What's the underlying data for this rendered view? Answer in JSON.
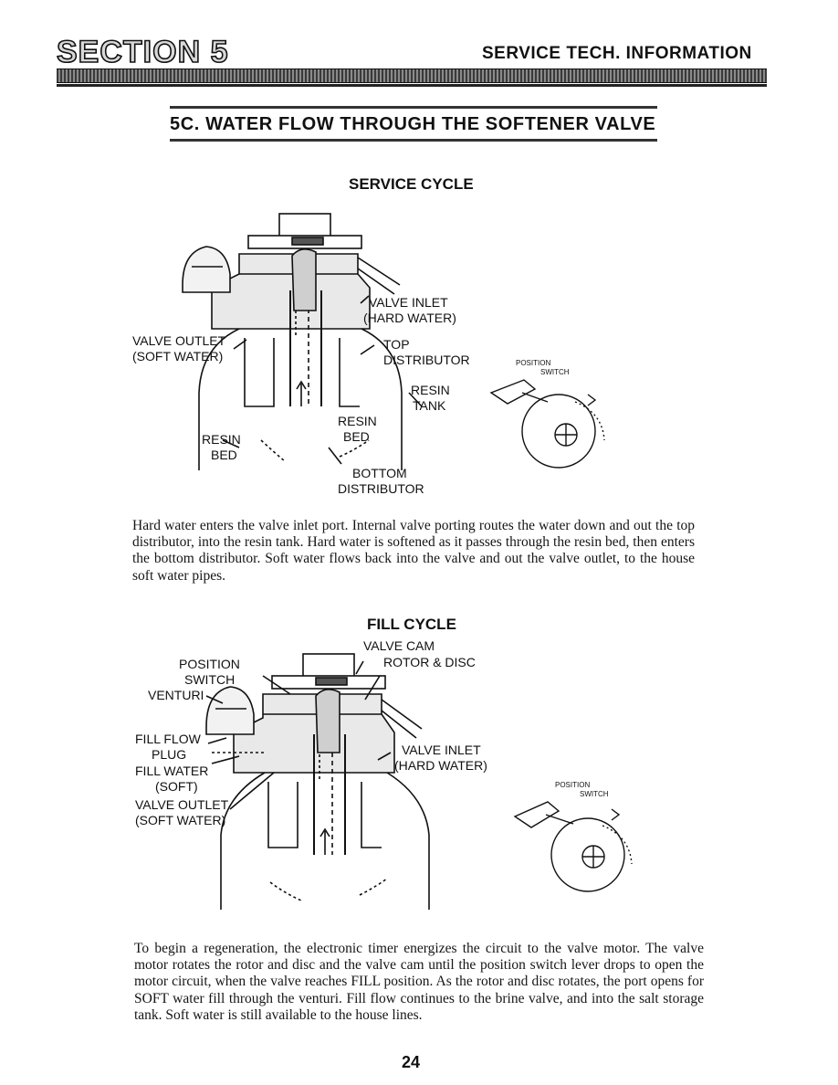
{
  "header": {
    "section_title": "SECTION 5",
    "section_subtitle": "SERVICE TECH. INFORMATION"
  },
  "subheading": "5C. WATER FLOW THROUGH THE SOFTENER VALVE",
  "service_cycle": {
    "title": "SERVICE CYCLE",
    "labels": {
      "valve_inlet": "VALVE INLET",
      "hard_water": "(HARD WATER)",
      "valve_outlet": "VALVE OUTLET",
      "soft_water": "(SOFT WATER)",
      "top": "TOP",
      "distributor": "DISTRIBUTOR",
      "resin_tank_1": "RESIN",
      "resin_tank_2": "TANK",
      "resin_bed_1": "RESIN",
      "resin_bed_2": "BED",
      "resin_bed_right_1": "RESIN",
      "resin_bed_right_2": "BED",
      "bottom": "BOTTOM",
      "bottom_distributor": "DISTRIBUTOR",
      "position": "POSITION",
      "switch": "SWITCH"
    },
    "description": "Hard water enters the valve inlet port. Internal valve porting routes the water down and out the top distributor, into the resin tank. Hard water is softened as it passes through the resin bed, then enters the bottom distributor. Soft water flows back into the valve and out the valve outlet, to the house soft water pipes."
  },
  "fill_cycle": {
    "title": "FILL CYCLE",
    "labels": {
      "valve_cam": "VALVE CAM",
      "rotor_disc": "ROTOR & DISC",
      "position": "POSITION",
      "switch": "SWITCH",
      "venturi": "VENTURI",
      "fill_flow": "FILL FLOW",
      "plug": "PLUG",
      "fill_water": "FILL WATER",
      "soft": "(SOFT)",
      "valve_outlet": "VALVE OUTLET",
      "soft_water": "(SOFT WATER)",
      "valve_inlet": "VALVE INLET",
      "hard_water": "(HARD WATER)",
      "position_small": "POSITION",
      "switch_small": "SWITCH"
    },
    "description": "To begin a regeneration, the electronic timer energizes the circuit to the valve motor. The valve motor rotates the rotor and disc and the valve cam until the position switch lever drops to open the motor circuit, when the valve reaches FILL position. As the rotor and disc rotates, the port opens for SOFT water fill through the venturi. Fill flow continues to the brine valve, and into the salt storage tank. Soft water is still available to the house lines."
  },
  "page_number": "24"
}
